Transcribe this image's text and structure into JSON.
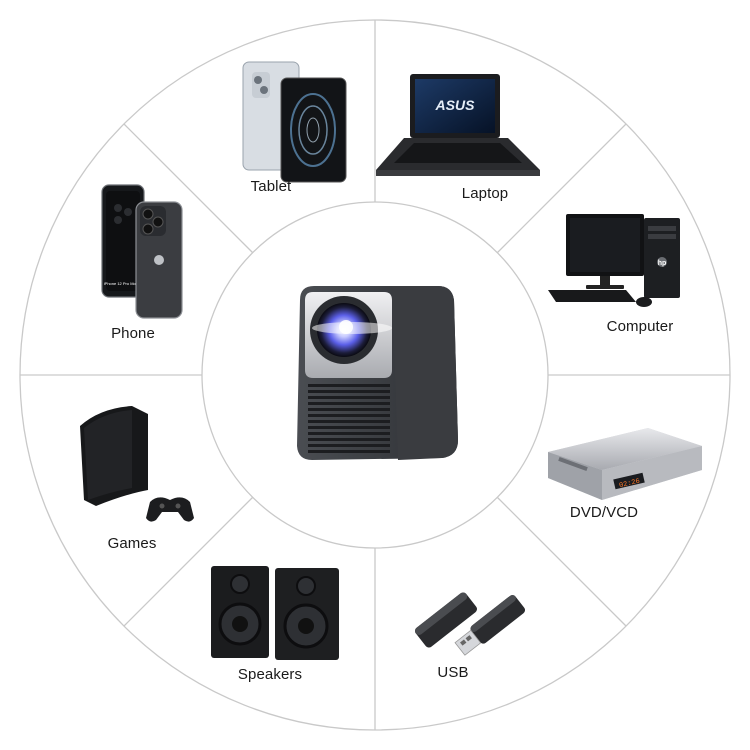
{
  "hub": {
    "name": "projector"
  },
  "devices": [
    {
      "id": "tablet",
      "label": "Tablet",
      "icon": "tablet-icon"
    },
    {
      "id": "laptop",
      "label": "Laptop",
      "icon": "laptop-icon",
      "brand_text": "ASUS"
    },
    {
      "id": "computer",
      "label": "Computer",
      "icon": "desktop-computer-icon",
      "brand_text": "hp"
    },
    {
      "id": "dvd",
      "label": "DVD/VCD",
      "icon": "dvd-player-icon",
      "display_text": "02:26"
    },
    {
      "id": "usb",
      "label": "USB",
      "icon": "usb-drive-icon"
    },
    {
      "id": "speakers",
      "label": "Speakers",
      "icon": "speakers-icon"
    },
    {
      "id": "games",
      "label": "Games",
      "icon": "game-console-icon"
    },
    {
      "id": "phone",
      "label": "Phone",
      "icon": "phone-icon",
      "screen_text": "iPhone 12 Pro Mockup"
    }
  ],
  "colors": {
    "line": "#c9c9c9",
    "text": "#1a1a1a",
    "lens": "#6a6cf5"
  }
}
